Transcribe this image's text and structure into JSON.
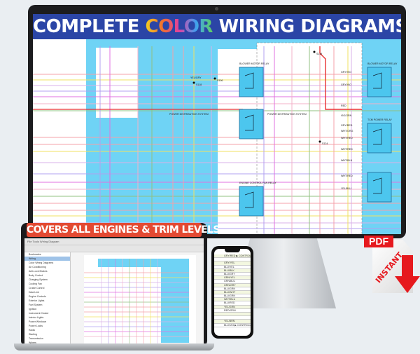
{
  "banner": {
    "part1": "COMPLETE ",
    "part2": "COLOR",
    "part3": " WIRING DIAGRAMS"
  },
  "diagram": {
    "components": [
      "BLOWER MOTOR RELAY",
      "TCM POWER RELAY",
      "BLOWER MOTOR RELAY",
      "TCM POWER RELAY",
      "ENGINE CONTROL FAN RELAY",
      "POWER DISTRIBUTION SYSTEM",
      "POWER DISTRIBUTION SYSTEM"
    ],
    "wires": [
      "YEL/GRY",
      "GRY/VIO",
      "GRY/VIO",
      "RED",
      "VIO/ORN",
      "GRY/RED",
      "WHT/ORG",
      "WHT/RED",
      "WHT/RED",
      "WHT/BLU",
      "WHT/RED",
      "YEL/BLU"
    ],
    "splices": [
      "S118",
      "S106",
      "S119",
      "S124"
    ]
  },
  "laptop": {
    "banner": "COVERS ALL ENGINES & TRIM LEVELS",
    "toolbar": "File   Tools   Wiring Diagram",
    "tree": [
      "Bookmarks",
      "Wiring",
      "Color Wiring Diagrams",
      "Air Conditioning",
      "Anti-Lock Brakes",
      "Body Control",
      "Charging System",
      "Cooling Fan",
      "Cruise Control",
      "Data Link",
      "Engine Controls",
      "Exterior Lights",
      "Fuel System",
      "Ignition",
      "Instrument Cluster",
      "Interior Lights",
      "Power Windows",
      "Power Locks",
      "Radio",
      "Starting",
      "Transmission",
      "Wipers"
    ]
  },
  "phone": {
    "rows": [
      "GRY/RED",
      "",
      "GRY/YEL",
      "BLU/YEL",
      "BLU/BLK",
      "BLU/GRY",
      "GRN/YEL",
      "GRN/BLU",
      "GRN/GRY",
      "BLU/GRN",
      "BLU/WHT",
      "BLU/GRN",
      "WHT/BLU",
      "BLU/RED",
      "YEL/GRN",
      "RED/GRN",
      "",
      "",
      "YEL/BRN",
      "BLU/VIO"
    ],
    "callouts": [
      "CONTROLLER AREA",
      "CONTROLLER AREA"
    ]
  },
  "pdf": {
    "label": "PDF",
    "badge": "INSTANT",
    "accent": "#e6191e"
  },
  "colors": {
    "banner": "#2b45a6",
    "laptop_banner": "#e34a33",
    "diagram_panel": "#6fd3f5"
  }
}
